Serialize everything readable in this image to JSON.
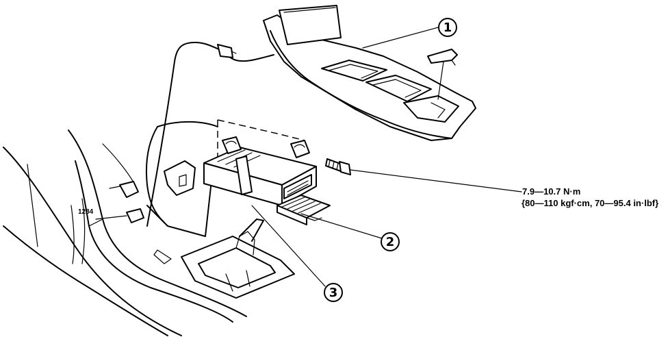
{
  "callouts": [
    {
      "id": "1",
      "label": "1"
    },
    {
      "id": "2",
      "label": "2"
    },
    {
      "id": "3",
      "label": "3"
    }
  ],
  "torque_spec": {
    "line1": "7.9—10.7 N·m",
    "line2": "{80—110 kgf·cm, 70—95.4 in·lbf}"
  },
  "small_label": "1284"
}
